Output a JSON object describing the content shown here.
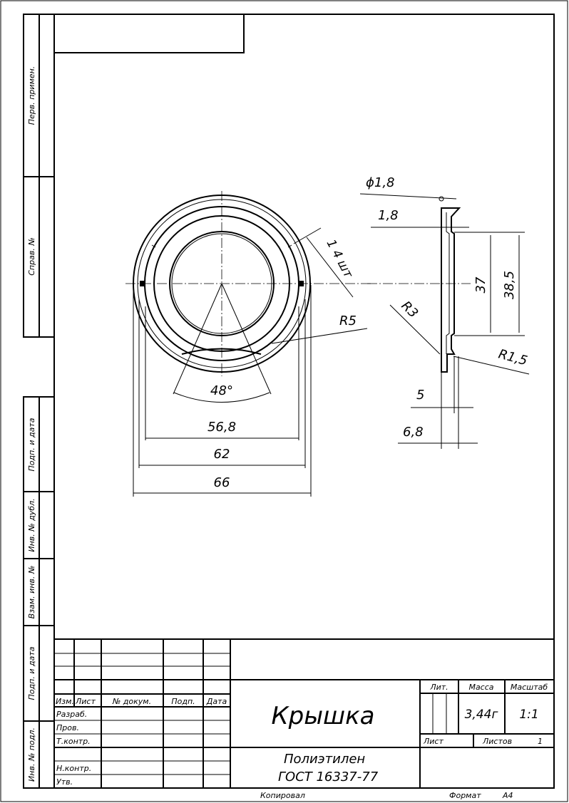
{
  "side_strip": {
    "perv_primen": "Перв. примен.",
    "sprav_no": "Справ. №",
    "podp_data_1": "Подп. и дата",
    "inv_dubl": "Инв. № дубл.",
    "vzam_inv": "Взам. инв. №",
    "podp_data_2": "Подп. и дата",
    "inv_podl": "Инв. № подл."
  },
  "dimensions": {
    "front": {
      "d1": "56,8",
      "d2": "62",
      "d3": "66",
      "angle": "48°",
      "radius": "R5",
      "slots": "1 4 шт"
    },
    "side": {
      "hole": "ϕ1,8",
      "thickness": "1,8",
      "h1": "37",
      "h2": "38,5",
      "r3": "R3",
      "r15": "R1,5",
      "w1": "5",
      "w2": "6,8"
    }
  },
  "title_block": {
    "headers": {
      "izm": "Изм.",
      "list": "Лист",
      "doc": "№ докум.",
      "podp": "Подп.",
      "data": "Дата"
    },
    "roles": {
      "razrab": "Разраб.",
      "prov": "Пров.",
      "tkontr": "Т.контр.",
      "nkontr": "Н.контр.",
      "utv": "Утв."
    },
    "part_name": "Крышка",
    "material_line1": "Полиэтилен",
    "material_line2": "ГОСТ 16337-77",
    "lit_label": "Лит.",
    "mass_label": "Масса",
    "scale_label": "Масштаб",
    "mass_value": "3,44г",
    "scale_value": "1:1",
    "sheet_label": "Лист",
    "sheets_label": "Листов",
    "sheets_value": "1"
  },
  "footer": {
    "copied": "Копировал",
    "format_label": "Формат",
    "format_value": "A4"
  }
}
